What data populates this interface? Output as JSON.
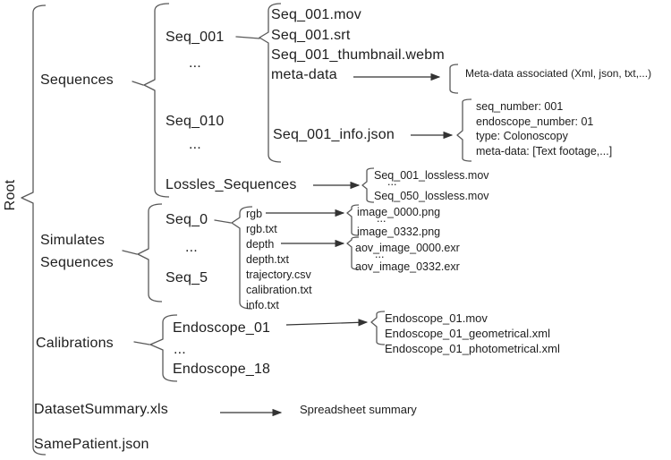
{
  "colors": {
    "background": "#ffffff",
    "text": "#1d1d1d",
    "brace": "#595959",
    "arrow": "#333333"
  },
  "diagram": {
    "root": {
      "label": "Root"
    },
    "sequences": {
      "label": "Sequences",
      "folders": {
        "first": "Seq_001",
        "dots1": "...",
        "second": "Seq_010",
        "dots2": "...",
        "lossless": "Lossles_Sequences"
      },
      "seq_001_files": {
        "mov": "Seq_001.mov",
        "srt": "Seq_001.srt",
        "thumbnail": "Seq_001_thumbnail.webm",
        "metadata": "meta-data",
        "info": "Seq_001_info.json"
      },
      "metadata_note": "Meta-data associated (Xml, json, txt,...)",
      "info_fields": {
        "seq_number": "seq_number: 001",
        "endoscope_number": "endoscope_number: 01",
        "type": "type: Colonoscopy",
        "metadata": "meta-data: [Text footage,...]"
      },
      "lossless_files": {
        "first": "Seq_001_lossless.mov",
        "dots": "...",
        "last": "Seq_050_lossless.mov"
      }
    },
    "simulated": {
      "label_line1": "Simulates",
      "label_line2": "Sequences",
      "folders": {
        "first": "Seq_0",
        "dots": "...",
        "last": "Seq_5"
      },
      "files": {
        "rgb": "rgb",
        "rgb_txt": "rgb.txt",
        "depth": "depth",
        "depth_txt": "depth.txt",
        "trajectory": "trajectory.csv",
        "calibration": "calibration.txt",
        "info": "info.txt"
      },
      "rgb_files": {
        "first": "image_0000.png",
        "dots": "...",
        "last": "image_0332.png"
      },
      "depth_files": {
        "first": "aov_image_0000.exr",
        "dots": "...",
        "last": "aov_image_0332.exr"
      }
    },
    "calibrations": {
      "label": "Calibrations",
      "folders": {
        "first": "Endoscope_01",
        "dots": "...",
        "last": "Endoscope_18"
      },
      "files": {
        "mov": "Endoscope_01.mov",
        "geometrical": "Endoscope_01_geometrical.xml",
        "photometrical": "Endoscope_01_photometrical.xml"
      }
    },
    "dataset_summary": {
      "label": "DatasetSummary.xls",
      "note": "Spreadsheet summary"
    },
    "same_patient": {
      "label": "SamePatient.json"
    }
  }
}
